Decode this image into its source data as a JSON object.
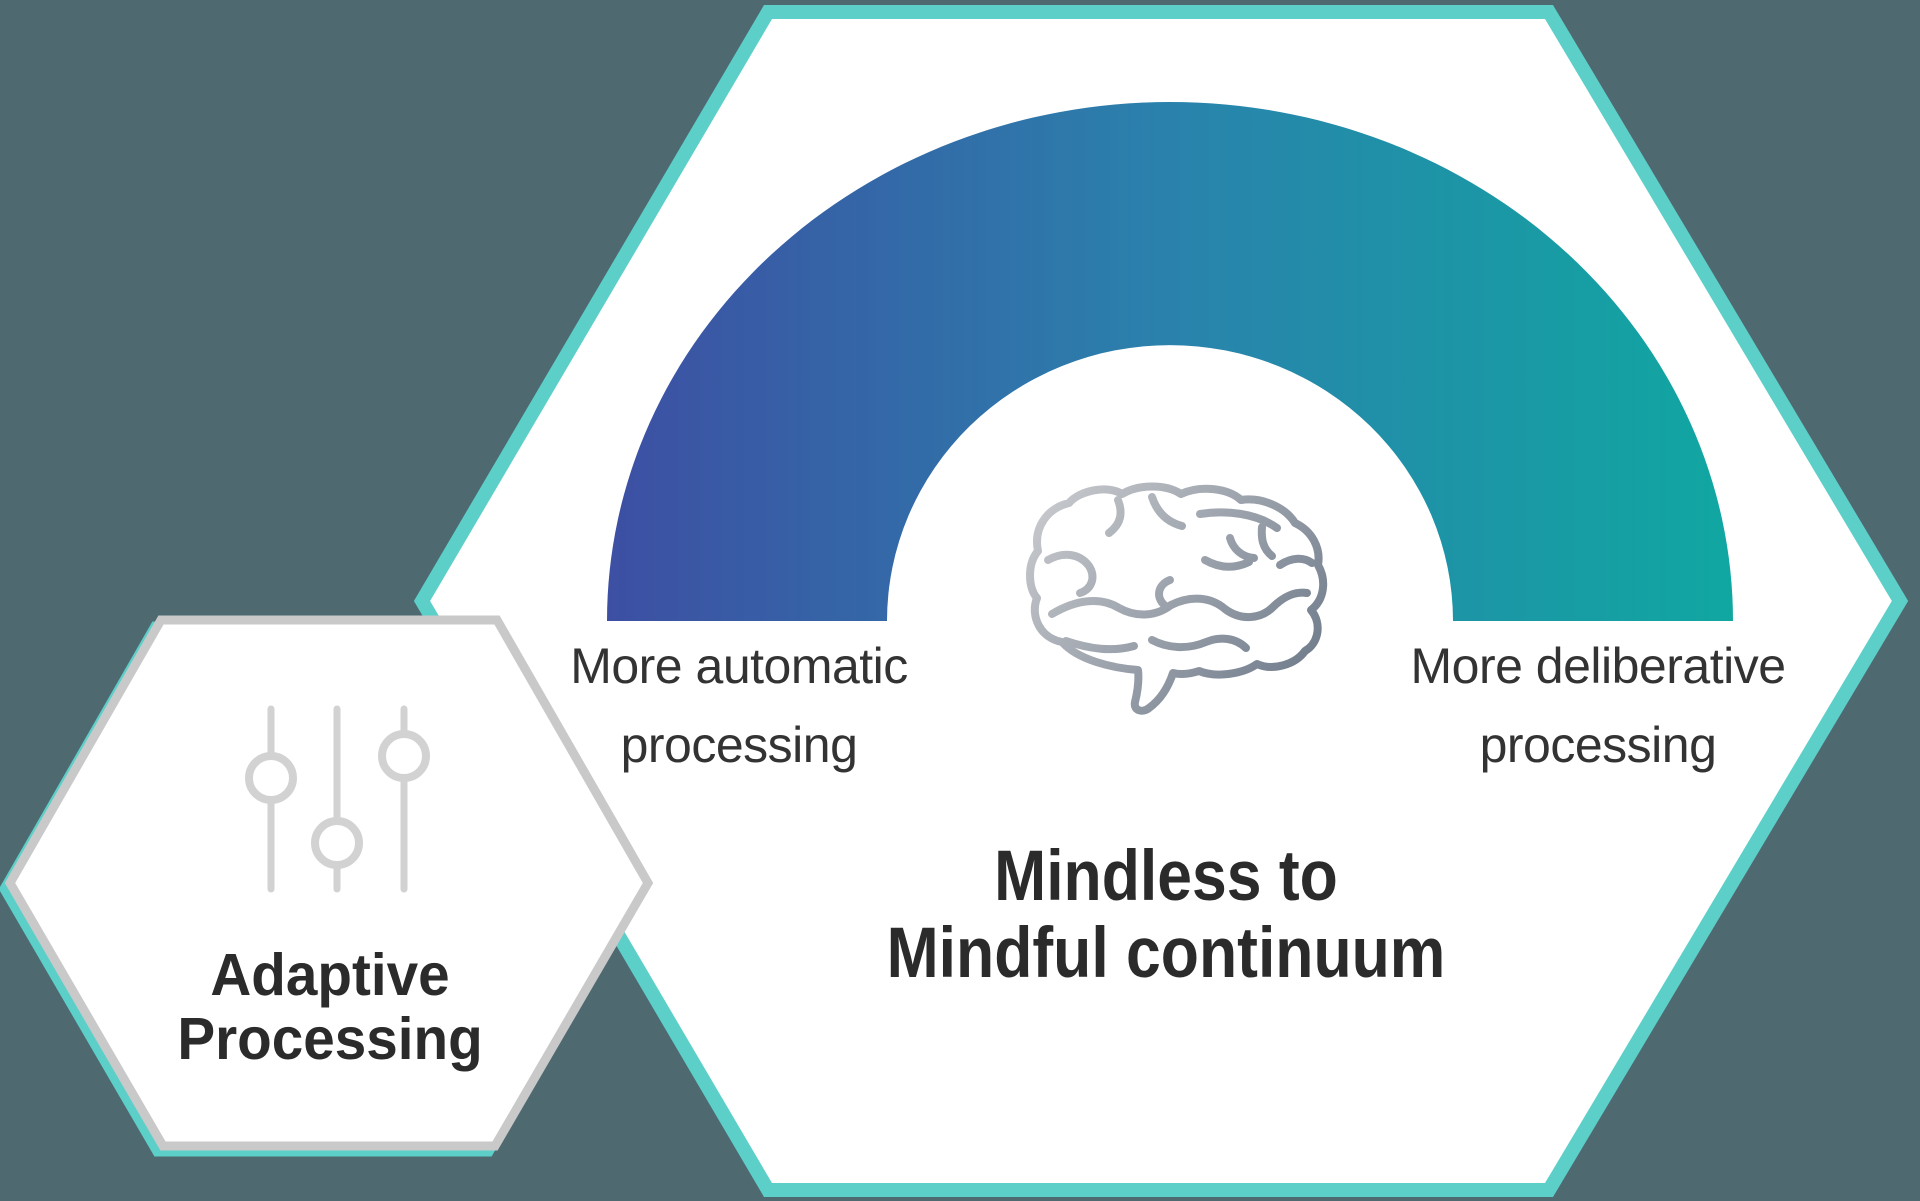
{
  "diagram": {
    "background_color": "#4e6970",
    "main_hexagon": {
      "fill": "#ffffff",
      "border_color": "#5ccfc9"
    },
    "adaptive_hexagon": {
      "fill": "#ffffff",
      "border_color": "#c9c9c9",
      "accent_shadow_color": "#5ccfc9"
    },
    "arc": {
      "type": "semicircular-gradient-gauge",
      "gradient_start": "#3d4fa3",
      "gradient_mid": "#2a82ac",
      "gradient_end": "#10a7a1"
    },
    "brain_icon": {
      "gradient_start": "#c6c8cc",
      "gradient_end": "#6d7989"
    },
    "sliders_icon": {
      "color": "#d2d2d2",
      "knob_fill": "#ffffff"
    },
    "labels": {
      "left": [
        "More automatic",
        "processing"
      ],
      "right": [
        "More deliberative",
        "processing"
      ],
      "title": [
        "Mindless to",
        "Mindful continuum"
      ],
      "badge": [
        "Adaptive",
        "Processing"
      ],
      "label_text_color": "#333333",
      "title_text_color": "#2b2b2b"
    }
  }
}
